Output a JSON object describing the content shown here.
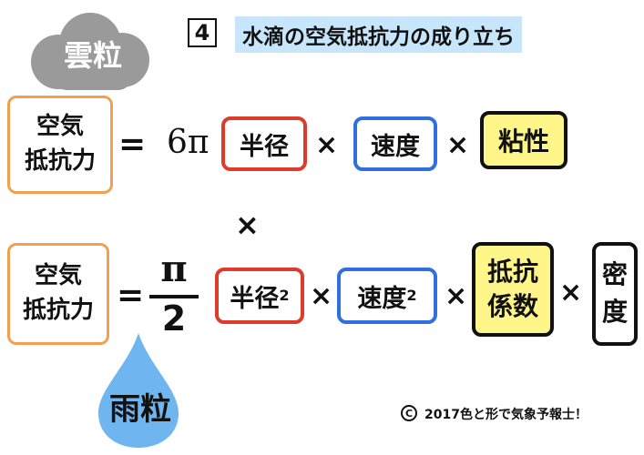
{
  "header": {
    "cloud_label": "雲粒",
    "number": "4",
    "title": "水滴の空気抵抗力の成り立ち"
  },
  "eq1": {
    "lhs_line1": "空気",
    "lhs_line2": "抵抗力",
    "equals": "=",
    "coef": "6π",
    "term1": "半径",
    "times1": "×",
    "term2": "速度",
    "times2": "×",
    "term3": "粘性"
  },
  "middle_times": "×",
  "eq2": {
    "lhs_line1": "空気",
    "lhs_line2": "抵抗力",
    "equals": "=",
    "frac_num": "π",
    "frac_den": "2",
    "term1": "半径",
    "term1_exp": "2",
    "times1": "×",
    "term2": "速度",
    "term2_exp": "2",
    "times2": "×",
    "term3_line1": "抵抗",
    "term3_line2": "係数",
    "times3": "×",
    "term4_line1": "密",
    "term4_line2": "度"
  },
  "raindrop_label": "雨粒",
  "copyright_symbol": "C",
  "copyright_text": "2017色と形で気象予報士！",
  "colors": {
    "orange": "#f0a050",
    "red": "#dd3b2b",
    "blue": "#2f6fe0",
    "yellow": "#fff68a",
    "cloud": "#9a9a9a",
    "raindrop": "#6fb6f0",
    "title_bg": "#c7e6fb"
  }
}
